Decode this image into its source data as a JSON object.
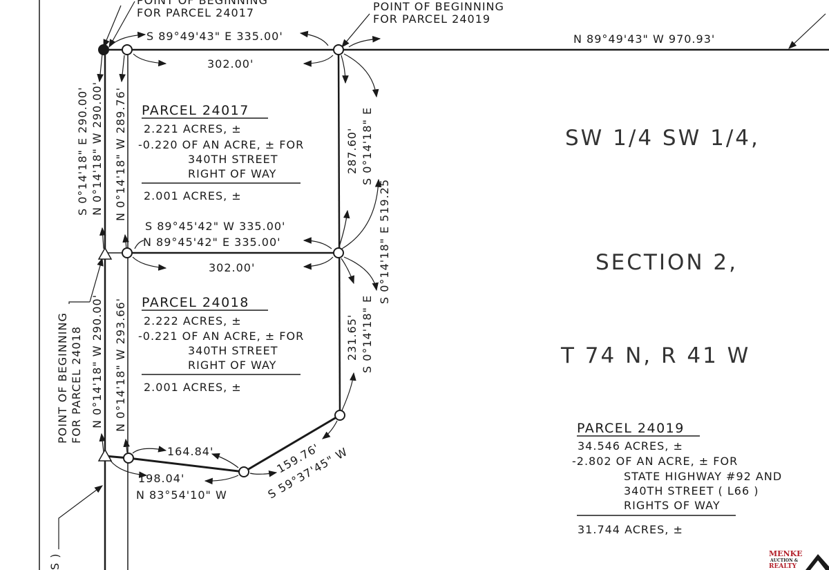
{
  "pob_24017": [
    "POINT OF BEGINNING",
    "FOR PARCEL 24017"
  ],
  "pob_24019": [
    "POINT OF BEGINNING",
    "FOR PARCEL 24019"
  ],
  "pob_24018": [
    "POINT OF BEGINNING",
    "FOR PARCEL 24018"
  ],
  "bearings": {
    "top_parcel_north": "S 89°49'43\" E 335.00'",
    "top_width": "302.00'",
    "north_line_east": "N 89°49'43\" W 970.93'",
    "west_outer_1": "S 0°14'18\" E 290.00'",
    "west_outer_2": "N 0°14'18\" W 290.00'",
    "west_inner_1": "N 0°14'18\" W 289.76'",
    "east_1_dist": "287.60'",
    "east_1_bearing": "S 0°14'18\" E",
    "east_total": "S 0°14'18\" E 519.25",
    "mid_1": "S 89°45'42\" W 335.00'",
    "mid_2": "N 89°45'42\" E 335.00'",
    "mid_width": "302.00'",
    "west_outer_3": "N 0°14'18\" W 290.00'",
    "west_inner_2": "N 0°14'18\" W 293.66'",
    "east_2_dist": "231.65'",
    "east_2_bearing": "S 0°14'18\" E",
    "south_1_dist": "164.84'",
    "south_2_dist": "198.04'",
    "south_bearing": "N 83°54'10\" W",
    "diag_dist": "159.76'",
    "diag_bearing": "S 59°37'45\" W",
    "partial_label": "S )"
  },
  "parcel_24017": {
    "title": "PARCEL 24017",
    "lines": [
      "2.221 ACRES, ±",
      "-0.220 OF AN ACRE, ± FOR",
      "340TH STREET",
      "RIGHT OF WAY"
    ],
    "net": "2.001 ACRES, ±"
  },
  "parcel_24018": {
    "title": "PARCEL 24018",
    "lines": [
      "2.222 ACRES, ±",
      "-0.221 OF AN ACRE, ± FOR",
      "340TH STREET",
      "RIGHT OF WAY"
    ],
    "net": "2.001 ACRES, ±"
  },
  "parcel_24019": {
    "title": "PARCEL 24019",
    "lines": [
      "34.546 ACRES, ±",
      "-2.802 OF AN ACRE, ± FOR",
      "STATE HIGHWAY #92 AND",
      "340TH STREET ( L66 )",
      "RIGHTS OF WAY"
    ],
    "net": "31.744 ACRES, ±"
  },
  "location": {
    "quarter": "SW 1/4 SW 1/4,",
    "section": "SECTION 2,",
    "township_range": "T 74 N, R 41 W"
  },
  "logo": {
    "line1": "MENKE",
    "line2": "AUCTION &",
    "line3": "REALTY",
    "color": "#b3202a"
  }
}
